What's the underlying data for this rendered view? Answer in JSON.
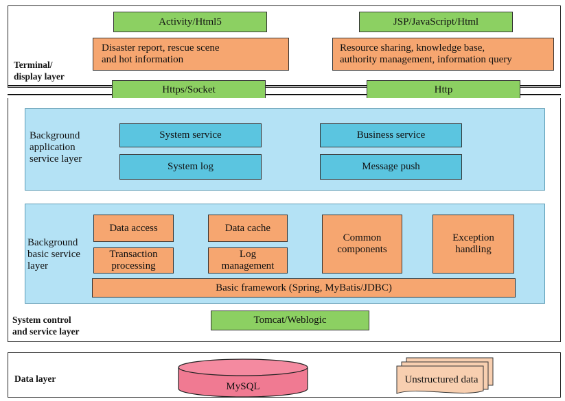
{
  "terminal_layer": {
    "label": "Terminal/\ndisplay layer",
    "tech_left": "Activity/Html5",
    "tech_right": "JSP/JavaScript/Html",
    "features_left": "Disaster report, rescue scene\nand hot information",
    "features_right": "Resource sharing, knowledge base,\nauthority management, information query"
  },
  "connectors": {
    "left": "Https/Socket",
    "right": "Http"
  },
  "system_layer": {
    "label": "System control\nand service layer",
    "app_service": {
      "label": "Background\napplication\nservice layer",
      "items": [
        "System service",
        "Business service",
        "System log",
        "Message push"
      ]
    },
    "basic_service": {
      "label": "Background\nbasic service\nlayer",
      "items": [
        "Data access",
        "Data cache",
        "Transaction\nprocessing",
        "Log\nmanagement",
        "Common\ncomponents",
        "Exception\nhandling"
      ],
      "framework": "Basic framework (Spring, MyBatis/JDBC)"
    },
    "server": "Tomcat/Weblogic"
  },
  "data_layer": {
    "label": "Data layer",
    "database": "MySQL",
    "unstructured": "Unstructured data"
  },
  "colors": {
    "green": "#8cd062",
    "orange": "#f6a670",
    "blue": "#5bc5e0",
    "panel": "#b4e2f5",
    "mysql": "#f07a92"
  }
}
